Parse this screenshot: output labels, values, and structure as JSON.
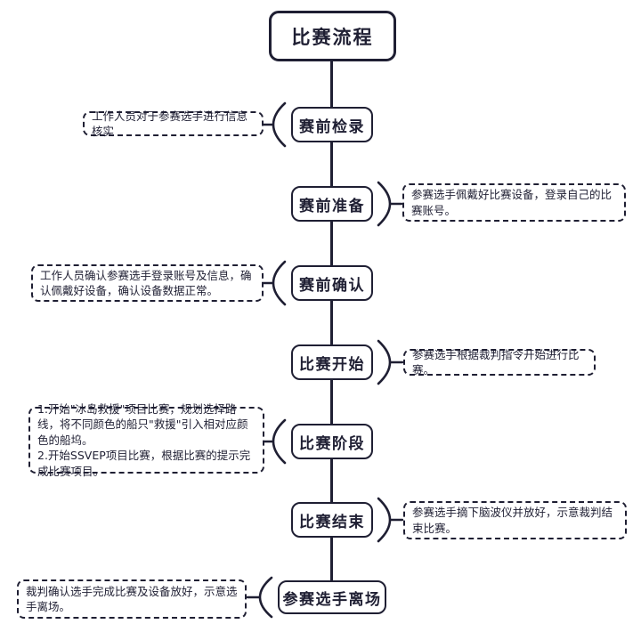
{
  "title": "比赛流程",
  "colors": {
    "ink": "#1f1f33",
    "background": "#ffffff"
  },
  "nodes": [
    {
      "label": "赛前检录"
    },
    {
      "label": "赛前准备"
    },
    {
      "label": "赛前确认"
    },
    {
      "label": "比赛开始"
    },
    {
      "label": "比赛阶段"
    },
    {
      "label": "比赛结束"
    },
    {
      "label": "参赛选手离场"
    }
  ],
  "annotations": [
    {
      "side": "left",
      "text": "工作人员对于参赛选手进行信息核实"
    },
    {
      "side": "right",
      "text": "参赛选手佩戴好比赛设备，登录自己的比赛账号。"
    },
    {
      "side": "left",
      "text": "工作人员确认参赛选手登录账号及信息，确认佩戴好设备，确认设备数据正常。"
    },
    {
      "side": "right",
      "text": "参赛选手根据裁判指令开始进行比赛。"
    },
    {
      "side": "left",
      "text": "1.开始\"冰岛救援\"项目比赛，规划选择路线，将不同颜色的船只\"救援\"引入相对应颜色的船坞。\n2.开始SSVEP项目比赛，根据比赛的提示完成比赛项目。"
    },
    {
      "side": "right",
      "text": "参赛选手摘下脑波仪并放好，示意裁判结束比赛。"
    },
    {
      "side": "left",
      "text": "裁判确认选手完成比赛及设备放好，示意选手离场。"
    }
  ]
}
